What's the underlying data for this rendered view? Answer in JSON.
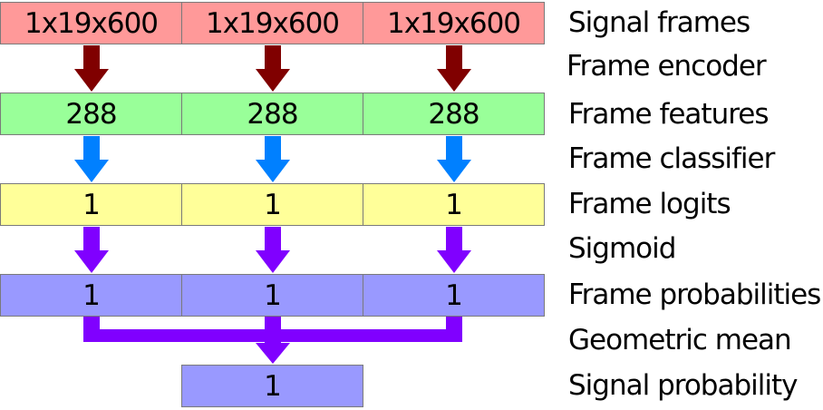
{
  "rows": {
    "signal_frames": {
      "cells": [
        "1x19x600",
        "1x19x600",
        "1x19x600"
      ],
      "label": "Signal frames",
      "color": "#ff9999"
    },
    "frame_features": {
      "cells": [
        "288",
        "288",
        "288"
      ],
      "label": "Frame features",
      "color": "#99ff99"
    },
    "frame_logits": {
      "cells": [
        "1",
        "1",
        "1"
      ],
      "label": "Frame logits",
      "color": "#ffff99"
    },
    "frame_probabilities": {
      "cells": [
        "1",
        "1",
        "1"
      ],
      "label": "Frame probabilities",
      "color": "#9999ff"
    },
    "signal_probability": {
      "cells": [
        "1"
      ],
      "label": "Signal probability",
      "color": "#9999ff"
    }
  },
  "steps": {
    "frame_encoder": {
      "label": "Frame encoder",
      "color": "#800000"
    },
    "frame_classifier": {
      "label": "Frame classifier",
      "color": "#0080ff"
    },
    "sigmoid": {
      "label": "Sigmoid",
      "color": "#8000ff"
    },
    "geometric_mean": {
      "label": "Geometric mean",
      "color": "#8000ff"
    }
  }
}
